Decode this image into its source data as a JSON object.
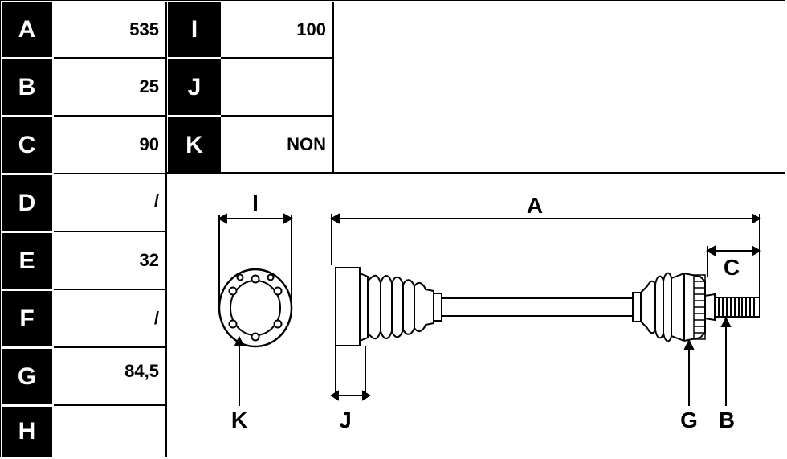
{
  "table": {
    "left": [
      {
        "letter": "A",
        "value": "535"
      },
      {
        "letter": "B",
        "value": "25"
      },
      {
        "letter": "C",
        "value": "90"
      },
      {
        "letter": "D",
        "value": "/"
      },
      {
        "letter": "E",
        "value": "32"
      },
      {
        "letter": "F",
        "value": "/"
      },
      {
        "letter": "G",
        "value": "84,5"
      },
      {
        "letter": "H",
        "value": ""
      }
    ],
    "right": [
      {
        "letter": "I",
        "value": "100"
      },
      {
        "letter": "J",
        "value": ""
      },
      {
        "letter": "K",
        "value": "NON"
      }
    ]
  },
  "diagram": {
    "labels": {
      "A": "A",
      "B": "B",
      "C": "C",
      "G": "G",
      "I": "I",
      "J": "J",
      "K": "K"
    }
  }
}
